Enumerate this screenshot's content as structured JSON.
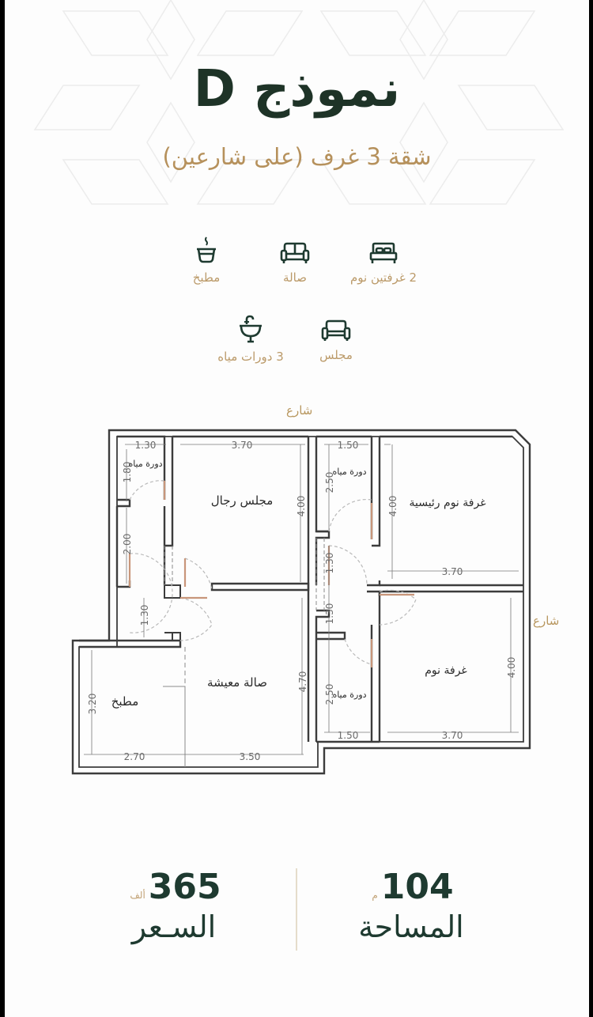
{
  "header": {
    "title": "نموذج D",
    "subtitle": "شقة 3 غرف (على شارعين)"
  },
  "features": [
    {
      "icon": "bed-icon",
      "label": "2 غرفتين نوم"
    },
    {
      "icon": "sofa-icon",
      "label": "صالة"
    },
    {
      "icon": "cooking-pot-icon",
      "label": "مطبخ"
    },
    {
      "icon": "armchair-icon",
      "label": "مجلس"
    },
    {
      "icon": "sink-icon",
      "label": "3 دورات مياه"
    }
  ],
  "floor_plan": {
    "street_top": "شارع",
    "street_right": "شارع",
    "rooms": {
      "wc_top_left": "دورة مياه",
      "men_majlis": "مجلس رجال",
      "wc_top_right": "دورة مياه",
      "master_bedroom": "غرفة نوم رئيسية",
      "bedroom": "غرفة نوم",
      "wc_bottom_right": "دورة مياه",
      "living_hall": "صالة معيشة",
      "kitchen": "مطبخ"
    },
    "dimensions": {
      "wc_tl_width": "1.30",
      "wc_tl_height": "1.80",
      "corridor_left_height": "2.00",
      "corridor_left_gap": "1.30",
      "majlis_width": "3.70",
      "majlis_height": "4.00",
      "wc_tr_width": "1.50",
      "wc_tr_height": "2.50",
      "master_height": "4.00",
      "master_width": "3.70",
      "corridor_right_upper": "1.30",
      "corridor_right_lower": "1.30",
      "living_height": "4.70",
      "kitchen_height": "3.20",
      "kitchen_width": "2.70",
      "living_width": "3.50",
      "wc_br_height": "2.50",
      "wc_br_width": "1.50",
      "bedroom_height": "4.00",
      "bedroom_width": "3.70"
    }
  },
  "stats": {
    "area": {
      "value": "104",
      "unit": "م",
      "label": "المساحة"
    },
    "price": {
      "value": "365",
      "unit": "ألف",
      "label": "السـعر"
    }
  },
  "colors": {
    "primary": "#1e3327",
    "accent_gold": "#b6915c",
    "wall": "#3c3c3c",
    "door": "#c89a7c"
  }
}
